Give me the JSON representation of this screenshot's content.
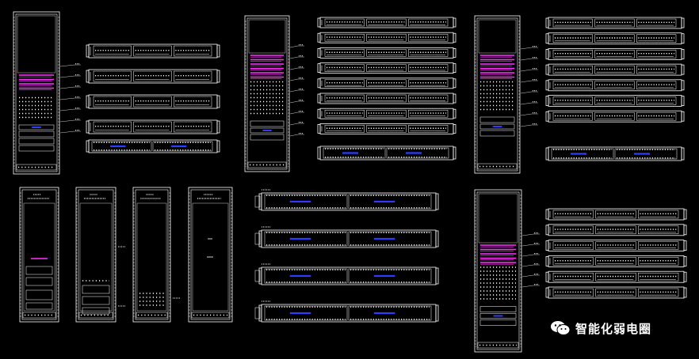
{
  "drawing": {
    "background": "#000000",
    "line_color": "#ffffff",
    "patch_color": "#ff33ff",
    "port_color": "#2f3cff",
    "tag_color": "#cccccc"
  },
  "groups": [
    {
      "name": "rack-group-1",
      "patch_panels": 4,
      "fiber_panels": 1
    },
    {
      "name": "rack-group-2",
      "patch_panels": 8,
      "fiber_panels": 1
    },
    {
      "name": "rack-group-3",
      "patch_panels": 7,
      "fiber_panels": 1
    },
    {
      "name": "rack-group-4",
      "patch_panels": 6,
      "fiber_panels": 0
    },
    {
      "name": "fiber-panel-group",
      "patch_panels": 0,
      "fiber_panels": 4
    },
    {
      "name": "standalone-racks",
      "racks": 4
    }
  ],
  "watermark": {
    "text": "智能化弱电圈",
    "icon": "wechat-icon"
  }
}
